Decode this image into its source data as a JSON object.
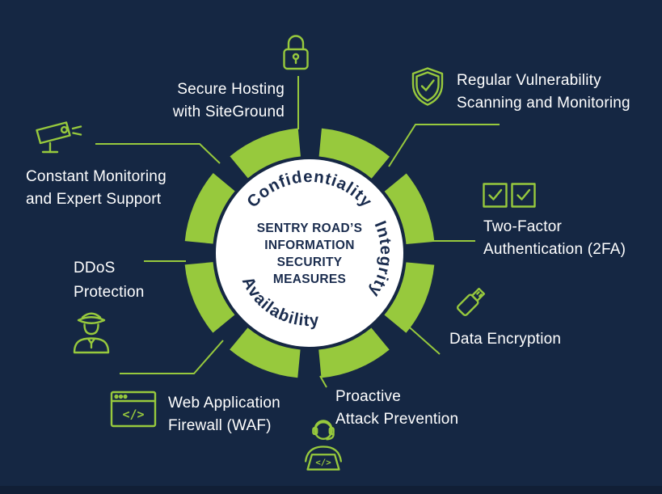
{
  "colors": {
    "background": "#152743",
    "accent_green": "#97C93D",
    "center_circle": "#FFFFFF",
    "navy_text": "#1A2C4E",
    "label_text": "#FFFFFF"
  },
  "center": {
    "title": "SENTRY ROAD’S\nINFORMATION\nSECURITY\nMEASURES"
  },
  "ring": {
    "confidentiality": "Confidentiality",
    "integrity": "Integrity",
    "availability": "Availability"
  },
  "items": [
    {
      "id": "secure-hosting",
      "icon": "lock-icon",
      "label": "Secure Hosting\nwith SiteGround"
    },
    {
      "id": "vulnerability-scanning",
      "icon": "shield-check-icon",
      "label": "Regular Vulnerability\nScanning and Monitoring"
    },
    {
      "id": "two-factor-auth",
      "icon": "checkboxes-icon",
      "label": "Two-Factor\nAuthentication (2FA)"
    },
    {
      "id": "data-encryption",
      "icon": "usb-drive-icon",
      "label": "Data Encryption"
    },
    {
      "id": "proactive-prevention",
      "icon": "developer-icon",
      "label": "Proactive\nAttack Prevention"
    },
    {
      "id": "web-application-firewall",
      "icon": "browser-code-icon",
      "label": "Web Application\nFirewall (WAF)"
    },
    {
      "id": "ddos-protection",
      "icon": "police-officer-icon",
      "label": "DDoS\nProtection"
    },
    {
      "id": "constant-monitoring",
      "icon": "cctv-camera-icon",
      "label": "Constant Monitoring\nand Expert Support"
    }
  ],
  "glyphs": {
    "code": "</>"
  }
}
